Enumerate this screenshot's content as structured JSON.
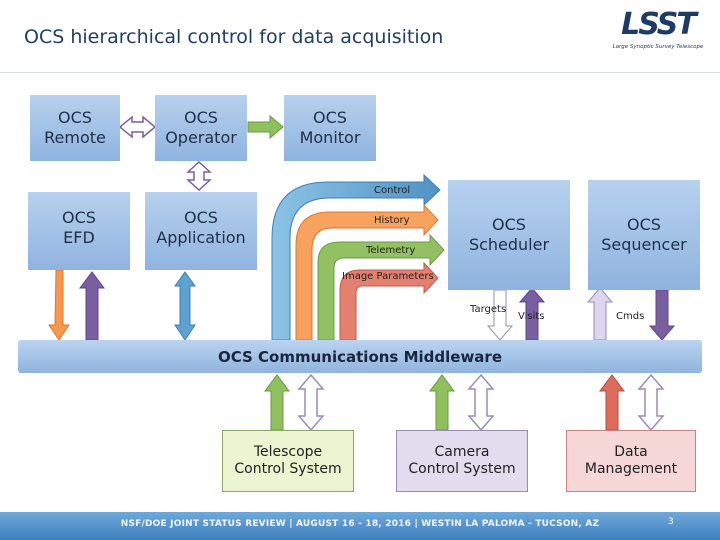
{
  "title": "OCS hierarchical control for data acquisition",
  "logo": {
    "mark": "LSST",
    "subtitle": "Large Synoptic Survey Telescope"
  },
  "boxes": {
    "remote": [
      "OCS",
      "Remote"
    ],
    "operator": [
      "OCS",
      "Operator"
    ],
    "monitor": [
      "OCS",
      "Monitor"
    ],
    "efd": [
      "OCS",
      "EFD"
    ],
    "application": [
      "OCS",
      "Application"
    ],
    "scheduler": [
      "OCS",
      "Scheduler"
    ],
    "sequencer": [
      "OCS",
      "Sequencer"
    ],
    "telescope": [
      "Telescope",
      "Control System"
    ],
    "camera": [
      "Camera",
      "Control System"
    ],
    "data_mgmt": [
      "Data",
      "Management"
    ]
  },
  "flows": {
    "control": "Control",
    "history": "History",
    "telemetry": "Telemetry",
    "image_parameters": "Image Parameters",
    "targets": "Targets",
    "visits": "Visits",
    "cmds": "Cmds"
  },
  "middleware": "OCS Communications Middleware",
  "footer": "NSF/DOE JOINT STATUS REVIEW | AUGUST 16 - 18, 2016 | WESTIN LA PALOMA - TUCSON, AZ",
  "page_number": "3",
  "colors": {
    "blue_arrow": "#5fa2cf",
    "green_arrow": "#7fa65a",
    "orange_arrow": "#f5974d",
    "purple_arrow": "#7a5fa0",
    "lavender_arrow": "#c9c0de",
    "salmon_arrow": "#dd6c5e"
  }
}
